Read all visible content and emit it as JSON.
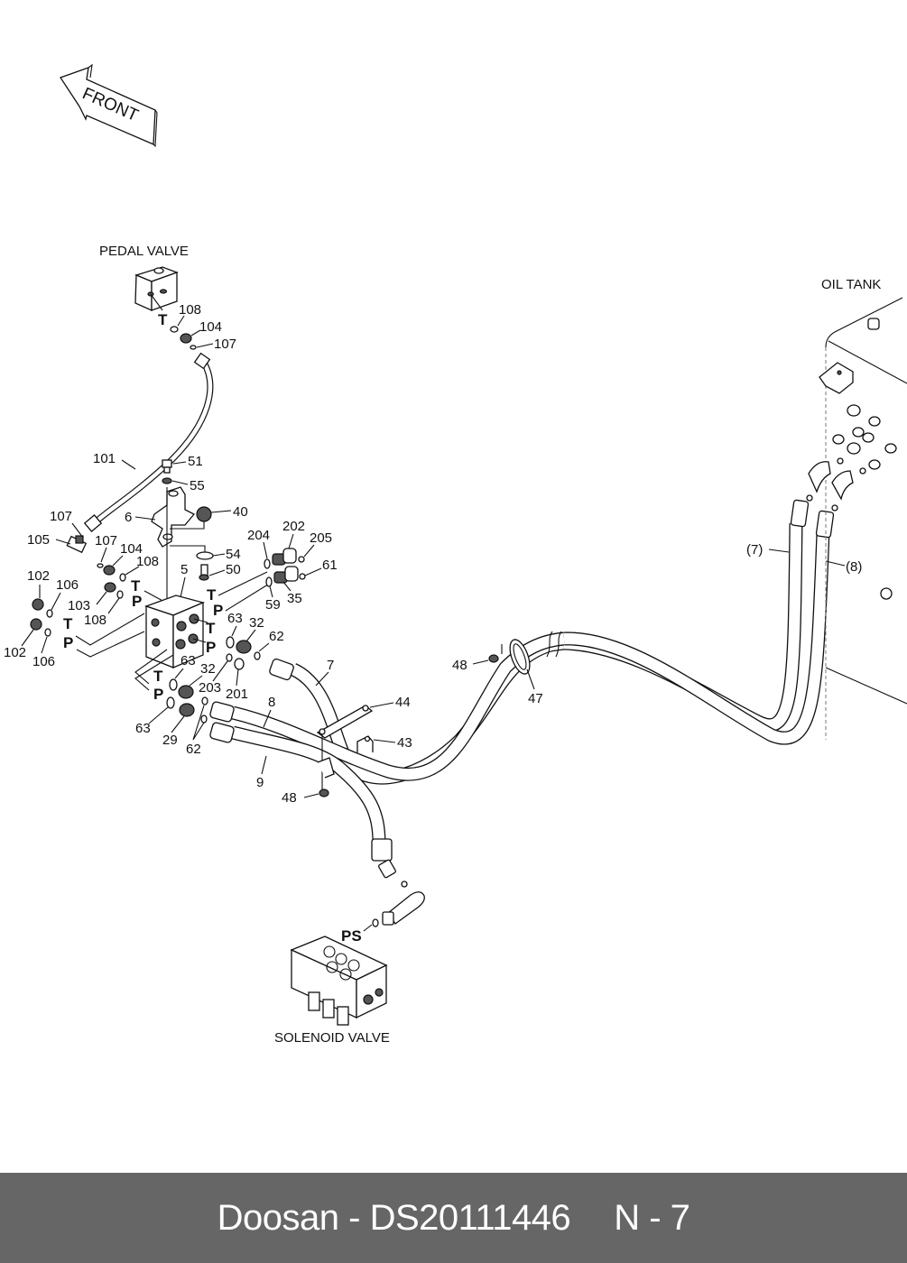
{
  "diagram": {
    "front_arrow": "FRONT",
    "components": {
      "pedal_valve": "PEDAL VALVE",
      "oil_tank": "OIL TANK",
      "solenoid_valve": "SOLENOID VALVE"
    },
    "ports": {
      "pedal_t": "T",
      "solenoid_ps": "PS",
      "t": "T",
      "p": "P"
    },
    "part_numbers": {
      "p108a": "108",
      "p104a": "104",
      "p107a": "107",
      "p101": "101",
      "p51": "51",
      "p55": "55",
      "p6": "6",
      "p40": "40",
      "p107b": "107",
      "p105": "105",
      "p107c": "107",
      "p104b": "104",
      "p108b": "108",
      "p102a": "102",
      "p106a": "106",
      "p103": "103",
      "p108c": "108",
      "p102b": "102",
      "p106b": "106",
      "p5": "5",
      "p54": "54",
      "p50": "50",
      "p204": "204",
      "p202": "202",
      "p205": "205",
      "p61": "61",
      "p59": "59",
      "p35": "35",
      "p63a": "63",
      "p32a": "32",
      "p62a": "62",
      "p63b": "63",
      "p32b": "32",
      "p203": "203",
      "p201": "201",
      "p63c": "63",
      "p29": "29",
      "p62b": "62",
      "p7": "7",
      "p8": "8",
      "p9": "9",
      "p44": "44",
      "p43": "43",
      "p48a": "48",
      "p48b": "48",
      "p47": "47",
      "ref7": "(7)",
      "ref8": "(8)"
    }
  },
  "footer": {
    "brand": "Doosan",
    "separator": "-",
    "part_number": "DS20111446",
    "page_ref": "N - 7"
  },
  "colors": {
    "footer_bg": "#666666",
    "footer_text": "#ffffff",
    "line": "#111111"
  }
}
